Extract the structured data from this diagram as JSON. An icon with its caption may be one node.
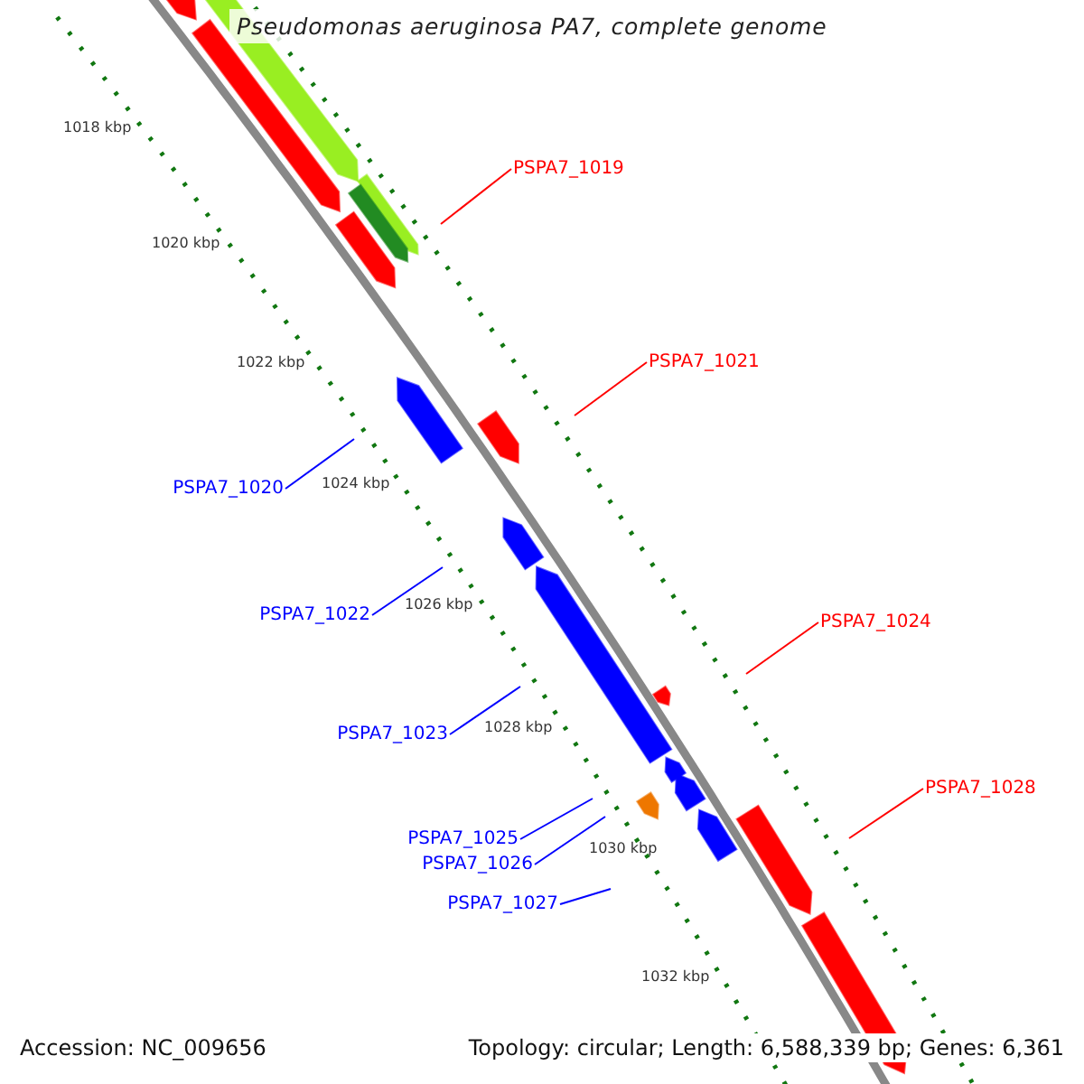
{
  "diagram": {
    "title": "Pseudomonas aeruginosa PA7, complete genome",
    "nodes": [
      {
        "text": [
          "PSPA7_1019"
        ]
      },
      {
        "text": [
          "PSPA7_1021"
        ]
      },
      {
        "text": [
          "PSPA7_1020"
        ]
      },
      {
        "text": [
          "PSPA7_1022"
        ]
      },
      {
        "text": [
          "PSPA7_1024"
        ]
      },
      {
        "text": [
          "PSPA7_1023"
        ]
      },
      {
        "text": [
          "PSPA7_1028"
        ]
      },
      {
        "text": [
          "PSPA7_1025"
        ]
      },
      {
        "text": [
          "PSPA7_1026"
        ]
      },
      {
        "text": [
          "PSPA7_1027"
        ]
      }
    ],
    "edges": [
      {
        "from": 0,
        "to": null,
        "arrow": "none",
        "color": "#ff0000"
      },
      {
        "from": 1,
        "to": null,
        "arrow": "none",
        "color": "#ff0000"
      },
      {
        "from": 2,
        "to": null,
        "arrow": "none"
      },
      {
        "from": 3,
        "to": null,
        "arrow": "none"
      },
      {
        "from": 4,
        "to": null,
        "arrow": "none",
        "color": "#ff0000"
      },
      {
        "from": 5,
        "to": null,
        "arrow": "none"
      },
      {
        "from": 6,
        "to": null,
        "arrow": "none",
        "color": "#ff0000"
      },
      {
        "from": 7,
        "to": null,
        "arrow": "none"
      },
      {
        "from": 8,
        "to": null,
        "arrow": "none"
      },
      {
        "from": 9,
        "to": null,
        "arrow": "none"
      }
    ],
    "labels": [
      "1018 kbp",
      "1020 kbp",
      "1022 kbp",
      "1024 kbp",
      "1026 kbp",
      "1028 kbp",
      "1030 kbp",
      "1032 kbp",
      "Accession: NC_009656",
      "Topology: circular; Length: 6,588,339 bp; Genes: 6,361"
    ]
  }
}
